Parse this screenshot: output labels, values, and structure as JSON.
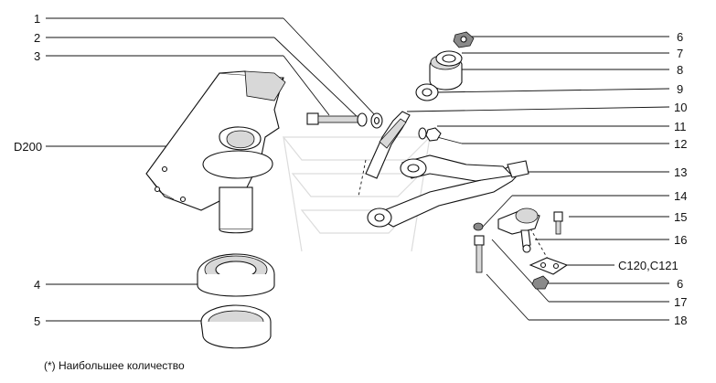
{
  "callouts": {
    "c1": "1",
    "c2": "2",
    "c3": "3",
    "d200": "D200",
    "c4": "4",
    "c5": "5",
    "c6a": "6",
    "c7": "7",
    "c8": "8",
    "c9": "9",
    "c10": "10",
    "c11": "11",
    "c12": "12",
    "c13": "13",
    "c14": "14",
    "c15": "15",
    "c16": "16",
    "c120": "C120,C121",
    "c6b": "6",
    "c17": "17",
    "c18": "18"
  },
  "footnote": "(*) Наибольшее количество",
  "colors": {
    "line": "#111111",
    "fill_light": "#d8d8d8",
    "watermark": "#dcdcdc"
  }
}
